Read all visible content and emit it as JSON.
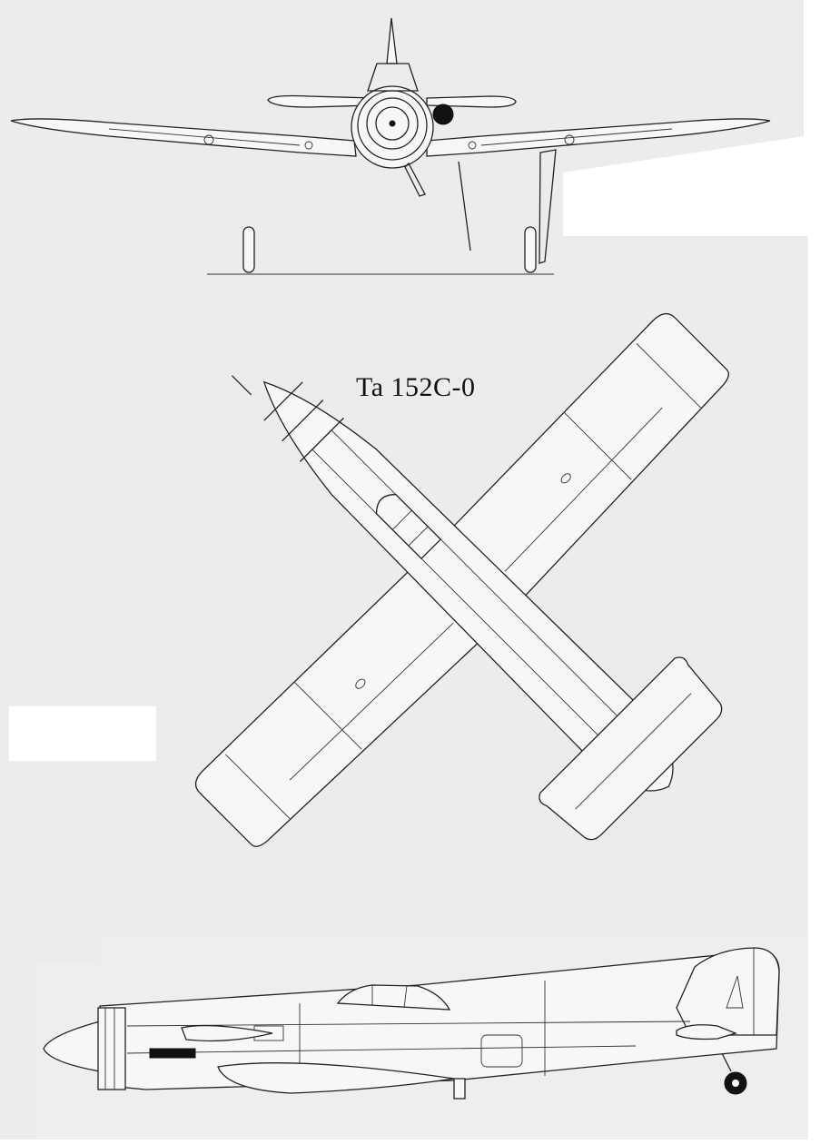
{
  "title": "Ta 152C-0",
  "colors": {
    "paper": "#ececec",
    "line": "#222222",
    "background": "#ffffff"
  },
  "views": [
    "front-view",
    "top-view",
    "side-view"
  ]
}
